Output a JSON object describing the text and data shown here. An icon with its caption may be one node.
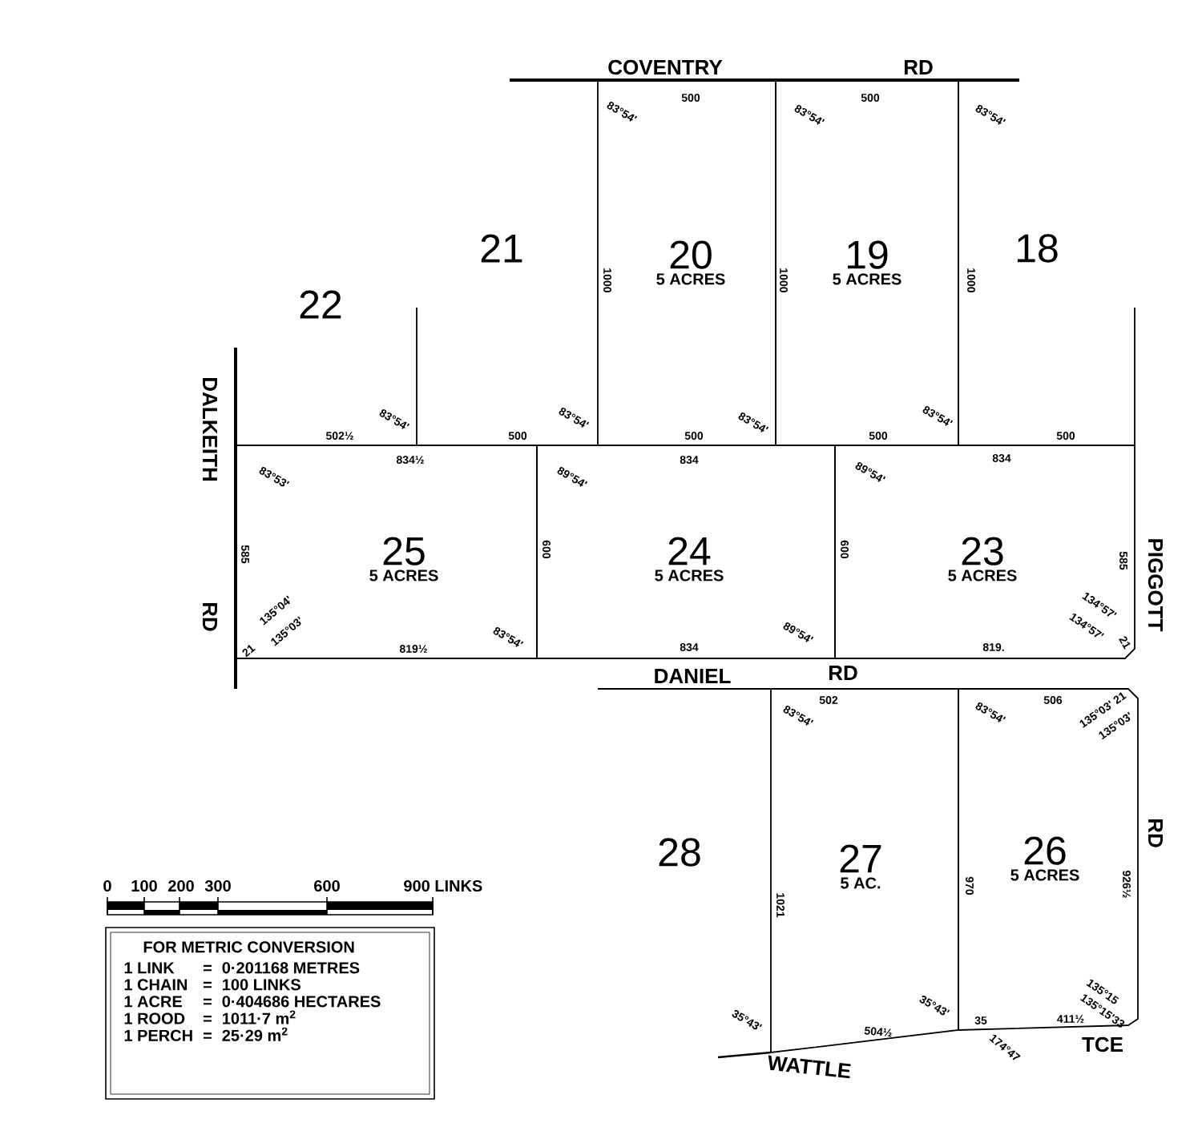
{
  "diagram": {
    "nodes": [
      {
        "text": [
          "20",
          "5 ACRES"
        ]
      },
      {
        "text": [
          "19",
          "5 ACRES"
        ]
      },
      {
        "text": [
          "25",
          "5 ACRES"
        ]
      },
      {
        "text": [
          "24",
          "5 ACRES"
        ]
      },
      {
        "text": [
          "23",
          "5 ACRES"
        ]
      },
      {
        "text": [
          "27",
          "5 AC."
        ]
      },
      {
        "text": [
          "26",
          "5 ACRES"
        ]
      },
      {
        "text": [
          "FOR METRIC CONVERSION",
          "1 LINK",
          "=",
          "0·201168 METRES",
          "1 CHAIN",
          "=",
          "100 LINKS",
          "1 ACRE",
          "=",
          "0·404686 HECTARES",
          "1 ROOD",
          "=",
          "1011·7 m$^{2}$",
          "1 PERCH",
          "=",
          "25·29 m$^{2}$"
        ]
      }
    ],
    "labels": [
      "COVENTRY",
      "RD",
      "83°54'",
      "500",
      "83°54'",
      "500",
      "83°54'",
      "21",
      "1000",
      "1000",
      "18",
      "1000",
      "22",
      "DALKEITH",
      "83°54'",
      "83°54'",
      "83°54'",
      "83°54'",
      "502½",
      "500",
      "500",
      "500",
      "500",
      "834½",
      "834",
      "834",
      "83°53'",
      "89°54'",
      "89°54'",
      "585",
      "600",
      "600",
      "585",
      "PIGGOTT",
      "135°04'",
      "135°03'",
      "21",
      "134°57'",
      "134°57'",
      "21",
      "RD",
      "83°54'",
      "89°54'",
      "819½",
      "834",
      "819.",
      "DANIEL",
      "RD",
      "502",
      "506",
      "83°54'",
      "83°54'",
      "135°03' 21",
      "135°03'",
      "RD",
      "28",
      "1021",
      "970",
      "926½",
      "135°15",
      "135°15'33",
      "35°43'",
      "35°43'",
      "35",
      "411½",
      "504½",
      "174°47",
      "TCE",
      "WATTLE",
      "0",
      "100",
      "200",
      "300",
      "600",
      "900 LINKS"
    ]
  }
}
